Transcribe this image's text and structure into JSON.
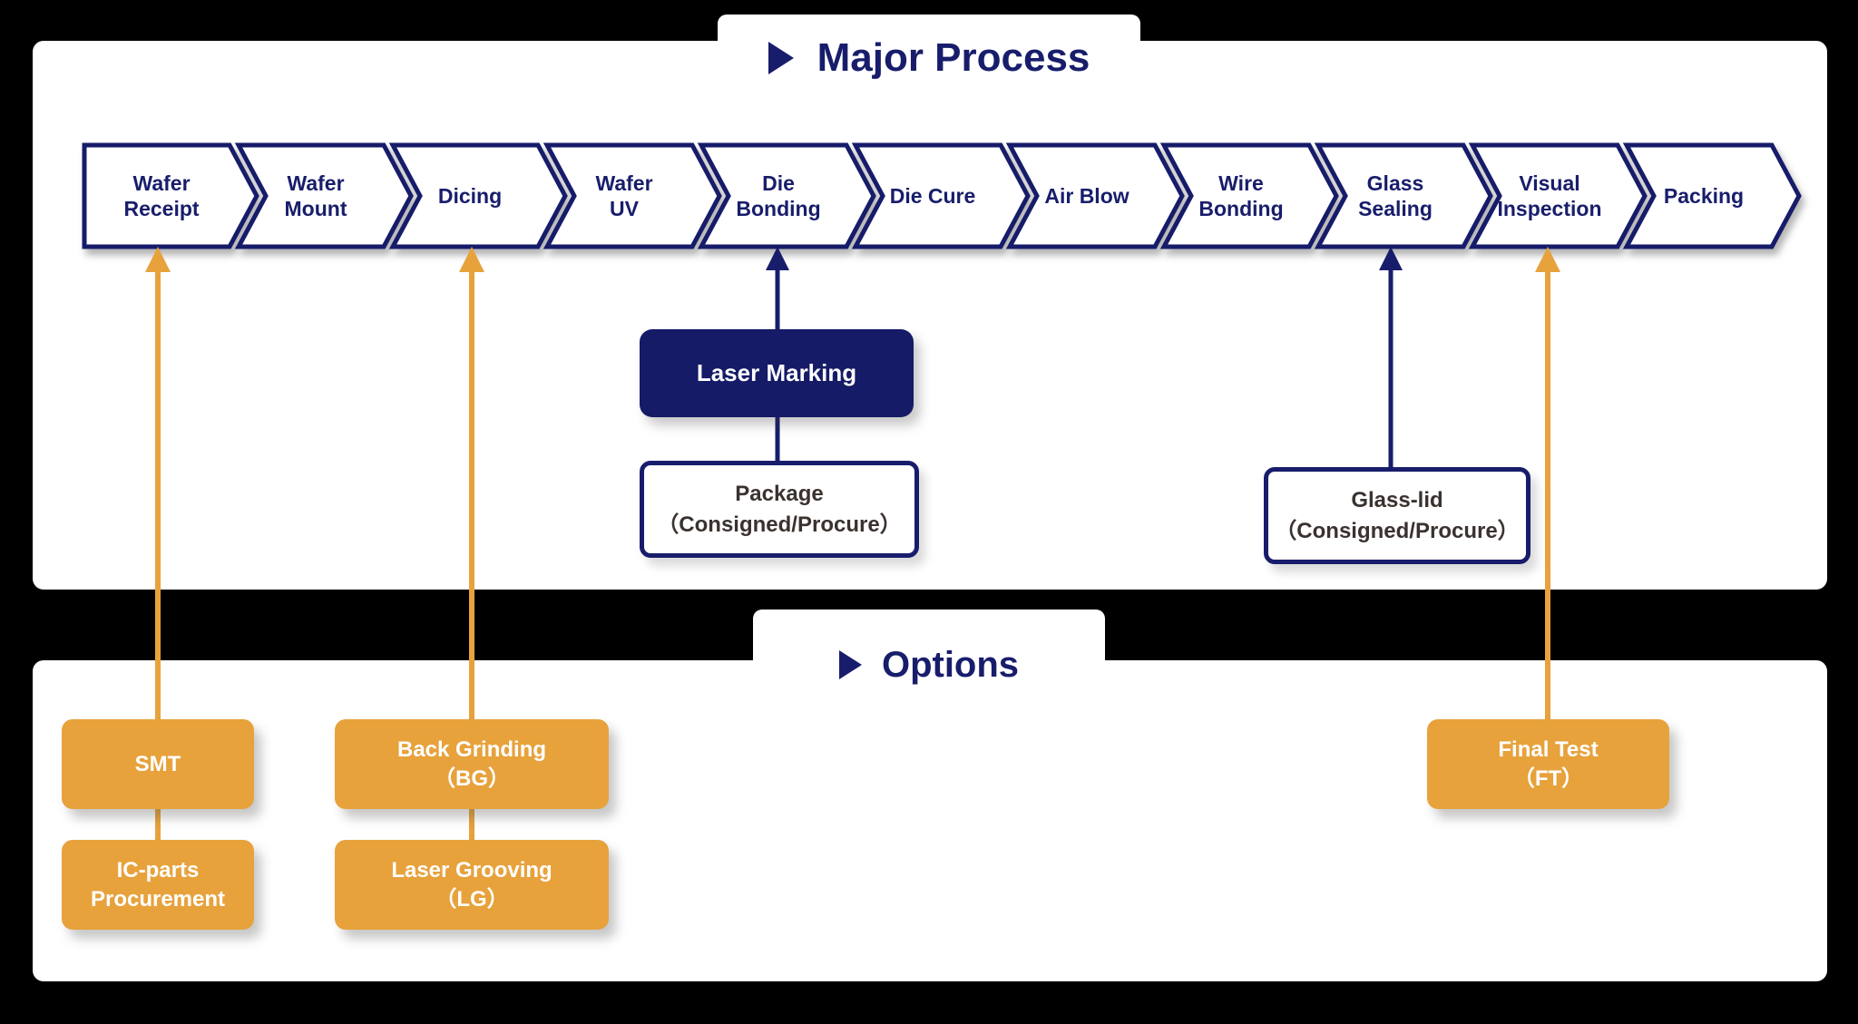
{
  "colors": {
    "navy": "#181d6b",
    "navy_fill": "#151b66",
    "orange": "#e7a23c",
    "panel_white": "#ffffff",
    "dark_text": "#3a322f",
    "background": "#000000"
  },
  "major_process": {
    "title": "Major Process",
    "steps": [
      {
        "id": "wafer-receipt",
        "label": "Wafer Receipt",
        "lines": [
          "Wafer",
          "Receipt"
        ]
      },
      {
        "id": "wafer-mount",
        "label": "Wafer Mount",
        "lines": [
          "Wafer",
          "Mount"
        ]
      },
      {
        "id": "dicing",
        "label": "Dicing",
        "lines": [
          "Dicing"
        ]
      },
      {
        "id": "wafer-uv",
        "label": "Wafer UV",
        "lines": [
          "Wafer",
          "UV"
        ]
      },
      {
        "id": "die-bonding",
        "label": "Die Bonding",
        "lines": [
          "Die",
          "Bonding"
        ]
      },
      {
        "id": "die-cure",
        "label": "Die Cure",
        "lines": [
          "Die Cure"
        ]
      },
      {
        "id": "air-blow",
        "label": "Air Blow",
        "lines": [
          "Air Blow"
        ]
      },
      {
        "id": "wire-bonding",
        "label": "Wire Bonding",
        "lines": [
          "Wire",
          "Bonding"
        ]
      },
      {
        "id": "glass-sealing",
        "label": "Glass Sealing",
        "lines": [
          "Glass",
          "Sealing"
        ]
      },
      {
        "id": "visual-inspection",
        "label": "Visual Inspection",
        "lines": [
          "Visual",
          "Inspection"
        ]
      },
      {
        "id": "packing",
        "label": "Packing",
        "lines": [
          "Packing"
        ]
      }
    ],
    "laser_marking": {
      "lines": [
        "Laser Marking"
      ]
    },
    "package": {
      "lines": [
        "Package",
        "（Consigned/Procure）"
      ]
    },
    "glass_lid": {
      "lines": [
        "Glass-lid",
        "（Consigned/Procure）"
      ]
    }
  },
  "options": {
    "title": "Options",
    "smt": {
      "lines": [
        "SMT"
      ]
    },
    "back_grinding": {
      "lines": [
        "Back Grinding",
        "（BG）"
      ]
    },
    "final_test": {
      "lines": [
        "Final Test",
        "（FT）"
      ]
    },
    "ic_parts": {
      "lines": [
        "IC-parts",
        "Procurement"
      ]
    },
    "laser_grooving": {
      "lines": [
        "Laser Grooving",
        "（LG）"
      ]
    }
  }
}
